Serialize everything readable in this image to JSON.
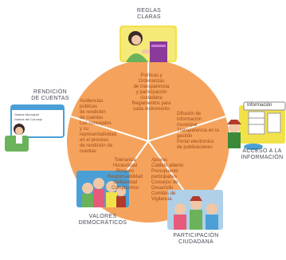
{
  "categories": [
    {
      "key": "reglas",
      "title": "REGLAS CLARAS",
      "lines": [
        "Políticas y Ordenanzas",
        "de transparencia",
        "y participación ciudadana",
        "Reglamentos para",
        "cada instrumento"
      ]
    },
    {
      "key": "acceso",
      "title": "ACCESO A LA INFORMACIÓN",
      "lines": [
        "Difusión de información",
        "municipal",
        "Transparencia en la",
        "gestión",
        "Portal electrónico",
        "de publicaciones"
      ]
    },
    {
      "key": "participacion",
      "title": "PARTICIPACIÓN CIUDADANA",
      "lines": [
        "Apoyos",
        "Cabildo abierto",
        "Presupuesto participativo",
        "Consejos de Desarrollo",
        "Comités de",
        "Vigilancia"
      ]
    },
    {
      "key": "valores",
      "title": "VALORES DEMOCRÁTICOS",
      "lines": [
        "Tolerancia",
        "Honestidad",
        "Respeto",
        "Responsabilidad",
        "Solidaridad",
        "Compromiso"
      ]
    },
    {
      "key": "rendicion",
      "title": "RENDICIÓN DE CUENTAS",
      "lines": [
        "Audiencias",
        "públicas",
        "de rendición",
        "de cuentas",
        "Los concejales",
        "y su representatividad",
        "en el proceso",
        "de rendición de",
        "cuentas"
      ]
    }
  ],
  "sign_text": "Información",
  "board_text": [
    "Gastos Municipal",
    "Gastos del Concejo"
  ],
  "colors": {
    "wedge": "#f5a35c",
    "divider": "#ffffff",
    "text": "#4a4a5a",
    "inner_text": "#a04a1a"
  }
}
